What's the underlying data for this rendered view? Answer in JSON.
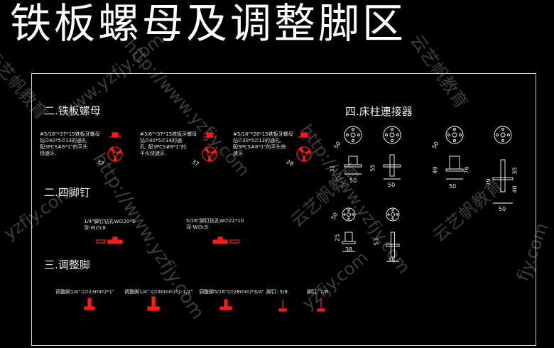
{
  "title": "铁板螺母及调整脚区",
  "sections": {
    "s2": "二.铁板螺母",
    "s2b": "二.四脚钉",
    "s3": "三.调整脚",
    "s4": "四.床柱連接器"
  },
  "notes": {
    "n1": "#5/16\"*37*15铁板牙螺母\n钻∅40*5∅13的通孔\n配3PCS#6*1\"的平头\n快速牙.",
    "n2": "#3/8\"*37*15铁板牙螺母\n钻∅40*5∅14的通\n孔, 配3PCS#8*1\"的\n平头快速牙.",
    "n3": "#5/16\"*28*15铁板牙螺母\n钻∅30*5∅13的通孔,\n配3PCS#8*1\"的平头快\n速牙.",
    "n4": "1/4\"脚钉钻孔W∅20*5\n深-W∅c8",
    "n5": "5/16\"脚钉钻孔W∅22*10\n深-W∅c9",
    "a1": "调整脚1/4\":(∅23mm)*1\"",
    "a2": "调整脚1/4\":(∅30mm)*1-1/2\"",
    "a3": "调整脚5/16\"(∅28mm)*3/4\"",
    "a4": "脚钉: 5/8",
    "a5": "脚钉: 7/8"
  },
  "dims": {
    "d50a": "50",
    "d31": "31",
    "d50b": "50",
    "d55": "55",
    "d50c": "50",
    "d50d": "50",
    "d49": "49",
    "d76": "76",
    "d50e": "50",
    "d35": "35",
    "d40": "40",
    "d79": "79",
    "d50f": "50",
    "d50g": "50",
    "d25": "25",
    "d38a": "38",
    "d53": "53",
    "d38b": "38",
    "r37a": "37",
    "r37b": "37",
    "r28": "28"
  },
  "watermarks": [
    "云艺帆教育",
    "http://www.yzfjy.com",
    "云艺帆教育",
    "www.yzfjy.com",
    "http://www.yzfjy.com",
    "云艺帆教育",
    "yzfjy.com",
    "云艺帆教育",
    "http://www.yzfjy.com",
    "yzfjy.com",
    "fjy.com"
  ],
  "colors": {
    "red": "#ff1a1a",
    "white": "#ffffff",
    "bg": "#000000"
  }
}
